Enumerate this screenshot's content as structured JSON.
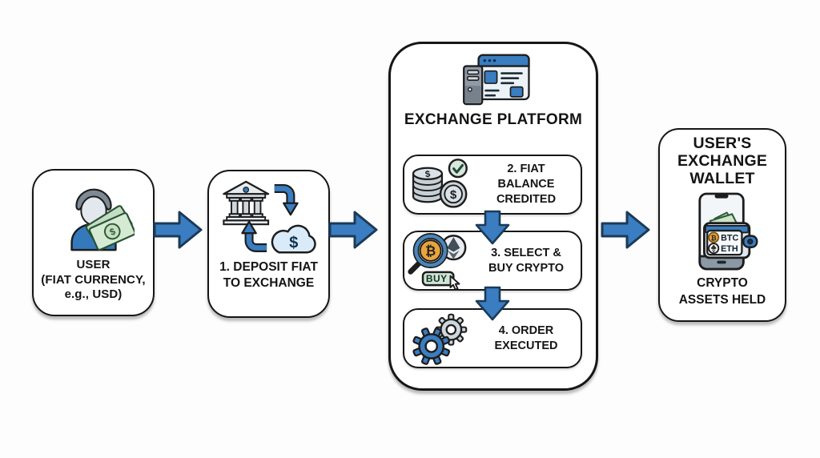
{
  "user_box": {
    "line1": "USER",
    "line2": "(FIAT CURRENCY,",
    "line3": "e.g., USD)"
  },
  "deposit_box": {
    "line1": "1. DEPOSIT FIAT",
    "line2": "TO EXCHANGE"
  },
  "platform": {
    "title_line1": "EXCHANGE",
    "title_line2": "PLATFORM",
    "steps": [
      {
        "line1": "2. FIAT BALANCE",
        "line2": "CREDITED"
      },
      {
        "line1": "3. SELECT &",
        "line2": "BUY CRYPTO"
      },
      {
        "line1": "4. ORDER",
        "line2": "EXECUTED"
      }
    ]
  },
  "wallet_box": {
    "title_line1": "USER'S",
    "title_line2": "EXCHANGE",
    "title_line3": "WALLET",
    "asset1_label": "BTC",
    "asset2_label": "ETH",
    "caption_line1": "CRYPTO",
    "caption_line2": "ASSETS HELD"
  },
  "glyphs": {
    "dollar": "$",
    "btc": "₿",
    "buy": "BUY"
  },
  "colors": {
    "arrow_blue": "#3a7dc0",
    "outline": "#1d1d1d",
    "accent_blue": "#3579bd",
    "bitcoin_orange": "#e9a43d",
    "money_green": "#d6e9d2",
    "cloud_blue": "#d9ebf9",
    "coin_gray": "#cbd4da"
  }
}
